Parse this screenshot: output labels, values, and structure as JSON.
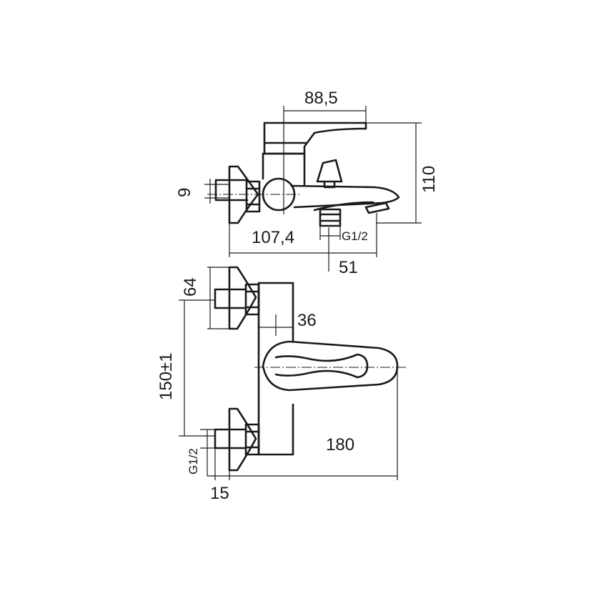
{
  "dimensions": {
    "handle_reach": "88,5",
    "total_height": "110",
    "inlet_offset_9": "9",
    "body_length": "107,4",
    "spout_thread": "G1/2",
    "spout_offset": "51",
    "eccentric_reach": "64",
    "body_width": "36",
    "center_distance": "150±1",
    "inlet_thread": "G1/2",
    "spout_projection": "180",
    "eccentric_length": "15"
  }
}
